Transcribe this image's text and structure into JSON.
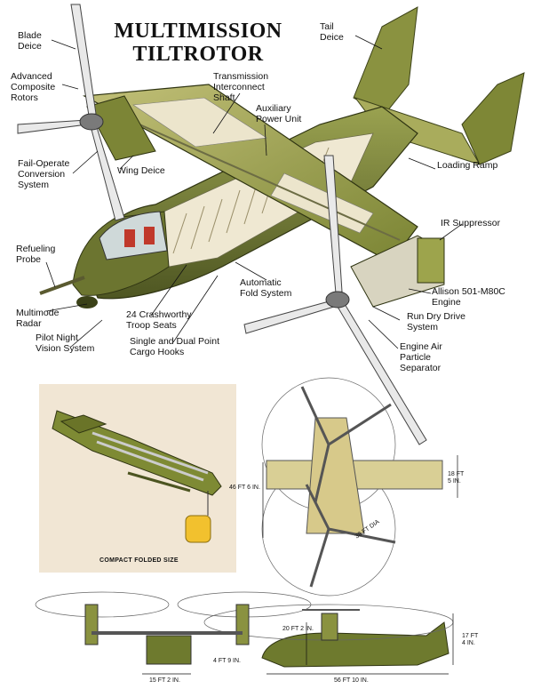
{
  "title": {
    "line1": "MULTIMISSION",
    "line2": "TILTROTOR"
  },
  "callouts": {
    "blade_deice": "Blade\nDeice",
    "advanced_composite_rotors": "Advanced\nComposite\nRotors",
    "fail_operate_conversion": "Fail-Operate\nConversion\nSystem",
    "wing_deice": "Wing Deice",
    "refueling_probe": "Refueling\nProbe",
    "multimode_radar": "Multimode\nRadar",
    "pilot_night_vision": "Pilot Night\nVision System",
    "troop_seats": "24 Crashworthy\nTroop Seats",
    "cargo_hooks": "Single and Dual Point\nCargo Hooks",
    "automatic_fold": "Automatic\nFold System",
    "transmission_shaft": "Transmission\nInterconnect\nShaft",
    "auxiliary_power_unit": "Auxiliary\nPower Unit",
    "tail_deice": "Tail\nDeice",
    "loading_ramp": "Loading Ramp",
    "ir_suppressor": "IR Suppressor",
    "allison_engine": "Allison 501-M80C\nEngine",
    "run_dry_drive": "Run Dry Drive\nSystem",
    "engine_air_separator": "Engine Air\nParticle\nSeparator"
  },
  "folded_caption": "COMPACT FOLDED SIZE",
  "dimensions": {
    "width_18ft": "18 FT\n5 IN.",
    "span_46ft": "46 FT 6 IN.",
    "rotor_dia": "38 FT DIA",
    "height_20ft": "20 FT 2 IN.",
    "height_17ft": "17 FT\n4 IN.",
    "height_4ft": "4 FT 9 IN.",
    "track_15ft": "15 FT 2 IN.",
    "length_56ft": "56 FT 10 IN."
  },
  "colors": {
    "olive": "#7f8a3a",
    "olive_light": "#b8b96b",
    "olive_dark": "#4c5420",
    "panel_bg": "#f1e6d4",
    "cockpit_red": "#c0392b"
  }
}
